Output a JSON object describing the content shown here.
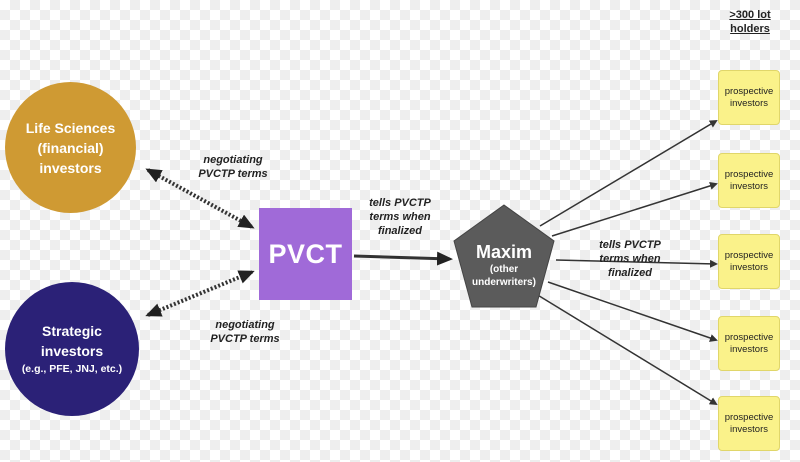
{
  "header": {
    "line1": ">300 lot",
    "line2": "holders"
  },
  "life_sciences": {
    "line1": "Life Sciences",
    "line2": "(financial)",
    "line3": "investors"
  },
  "strategic": {
    "line1": "Strategic",
    "line2": "investors",
    "line3": "(e.g., PFE, JNJ, etc.)"
  },
  "pvct": {
    "label": "PVCT"
  },
  "maxim": {
    "title": "Maxim",
    "sub1": "(other",
    "sub2": "underwriters)"
  },
  "labels": {
    "top": {
      "line1": "negotiating",
      "line2": "PVCTP terms"
    },
    "bottom": {
      "line1": "negotiating",
      "line2": "PVCTP terms"
    },
    "mid": {
      "line1": "tells PVCTP",
      "line2": "terms when",
      "line3": "finalized"
    },
    "right": {
      "line1": "tells PVCTP",
      "line2": "terms when",
      "line3": "finalized"
    }
  },
  "prospects": [
    {
      "line1": "prospective",
      "line2": "investors"
    },
    {
      "line1": "prospective",
      "line2": "investors"
    },
    {
      "line1": "prospective",
      "line2": "investors"
    },
    {
      "line1": "prospective",
      "line2": "investors"
    },
    {
      "line1": "prospective",
      "line2": "investors"
    }
  ],
  "colors": {
    "life_sciences": "#cf9a33",
    "strategic": "#2b2177",
    "pvct": "#a06ad8",
    "maxim": "#5b5b5b",
    "prospect": "#faf28a"
  }
}
